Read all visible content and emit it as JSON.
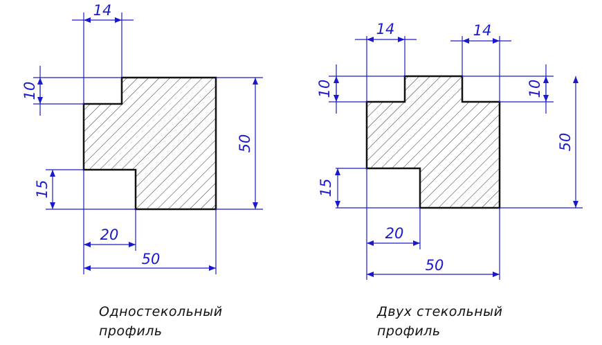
{
  "colors": {
    "dimension": "#1a1acc",
    "outline": "#111111",
    "hatch": "#333333"
  },
  "single_profile": {
    "caption_line1": "Одностекольный",
    "caption_line2": "профиль",
    "dims": {
      "top_width": "14",
      "top_height": "10",
      "total_height": "50",
      "bottom_height": "15",
      "bottom_width": "20",
      "total_width": "50"
    }
  },
  "double_profile": {
    "caption_line1": "Двух стекольный",
    "caption_line2": "профиль",
    "dims": {
      "top_left_width": "14",
      "top_right_width": "14",
      "top_left_height": "10",
      "top_right_height": "10",
      "total_height": "50",
      "bottom_height": "15",
      "bottom_width": "20",
      "total_width": "50"
    }
  }
}
